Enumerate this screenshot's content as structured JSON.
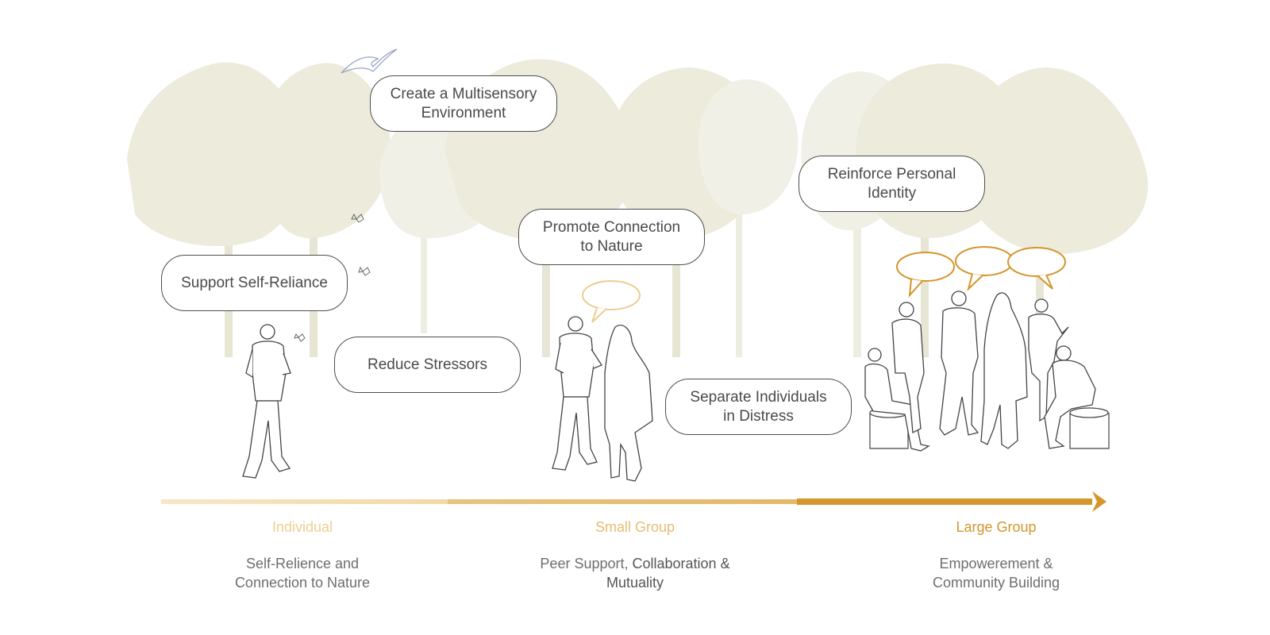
{
  "colors": {
    "tree_foliage": "#ecebdc",
    "tree_trunk": "#e7e5d3",
    "outline": "#4d4d4d",
    "stage_individual": "#f2d9a6",
    "stage_small_group": "#e8c37e",
    "stage_large_group": "#d4952a",
    "bird": "#9aa3c7"
  },
  "strategies": [
    {
      "id": "multisensory",
      "text": "Create a Multisensory\nEnvironment"
    },
    {
      "id": "personal_identity",
      "text": "Reinforce Personal\nIdentity"
    },
    {
      "id": "connection_nature",
      "text": "Promote Connection\nto Nature"
    },
    {
      "id": "self_reliance",
      "text": "Support Self-Reliance"
    },
    {
      "id": "reduce_stressors",
      "text": "Reduce Stressors"
    },
    {
      "id": "separate_individuals",
      "text": "Separate Individuals\nin Distress"
    }
  ],
  "stages": [
    {
      "label": "Individual",
      "description": "Self-Relience and\nConnection to Nature"
    },
    {
      "label": "Small Group",
      "description_plain": "Peer Support, ",
      "description_emphasis": "Collaboration &\nMutuality"
    },
    {
      "label": "Large Group",
      "description": "Empowerement &\nCommunity Building"
    }
  ],
  "icons": [
    "tree-icon",
    "bird-icon",
    "butterfly-icon",
    "person-icon",
    "speech-bubble-icon",
    "stool-icon",
    "arrow-head-icon"
  ]
}
